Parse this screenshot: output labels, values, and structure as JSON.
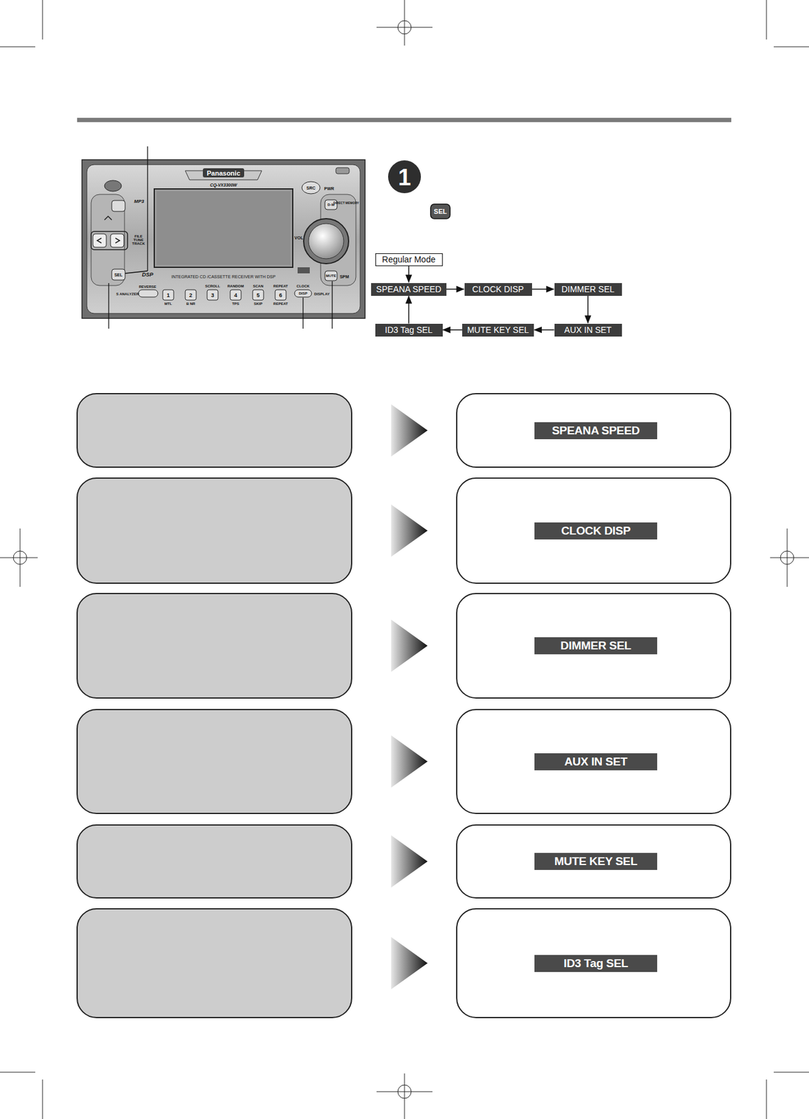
{
  "diagram": {
    "nodes": [
      {
        "text": [
          "Regular Mode"
        ]
      },
      {
        "text": [
          "SPEANA SPEED"
        ]
      },
      {
        "text": [
          "CLOCK DISP"
        ]
      },
      {
        "text": [
          "DIMMER SEL"
        ]
      },
      {
        "text": [
          "AUX IN SET"
        ]
      },
      {
        "text": [
          "MUTE KEY SEL"
        ]
      },
      {
        "text": [
          "ID3 Tag SEL"
        ]
      },
      {
        "text": [
          "SPEANA SPEED"
        ]
      },
      {
        "text": [
          "CLOCK DISP"
        ]
      },
      {
        "text": [
          "DIMMER SEL"
        ]
      },
      {
        "text": [
          "AUX IN SET"
        ]
      },
      {
        "text": [
          "MUTE KEY SEL"
        ]
      },
      {
        "text": [
          "ID3 Tag SEL"
        ]
      }
    ],
    "edges": [
      {
        "from": 0,
        "to": 1,
        "arrow": "to"
      },
      {
        "from": 1,
        "to": 2,
        "arrow": "to"
      },
      {
        "from": 2,
        "to": 3,
        "arrow": "to"
      },
      {
        "from": 3,
        "to": 4,
        "arrow": "to"
      },
      {
        "from": 4,
        "to": 5,
        "arrow": "to"
      },
      {
        "from": 5,
        "to": 6,
        "arrow": "to"
      },
      {
        "from": 6,
        "to": 1,
        "arrow": "to"
      }
    ],
    "labels": [
      "Panasonic",
      "CQ-VX3300W",
      "SRC",
      "PWR",
      "MP3",
      "FILE TUNE TRACK",
      "SEL",
      "VOL",
      "D·M",
      "DIRECT MEMORY",
      "MUTE",
      "SPM",
      "DSP",
      "INTEGRATED CD /CASSETTE RECEIVER WITH DSP",
      "REVERSE",
      "S ANALYZER",
      "1",
      "2",
      "3",
      "4",
      "5",
      "6",
      "SCROLL",
      "RANDOM",
      "SCAN",
      "REPEAT",
      "CLOCK",
      "MTL",
      "B NR",
      "TPS",
      "SKIP",
      "REPEAT",
      "DISP",
      "DISPLAY",
      "1",
      "SEL"
    ]
  }
}
